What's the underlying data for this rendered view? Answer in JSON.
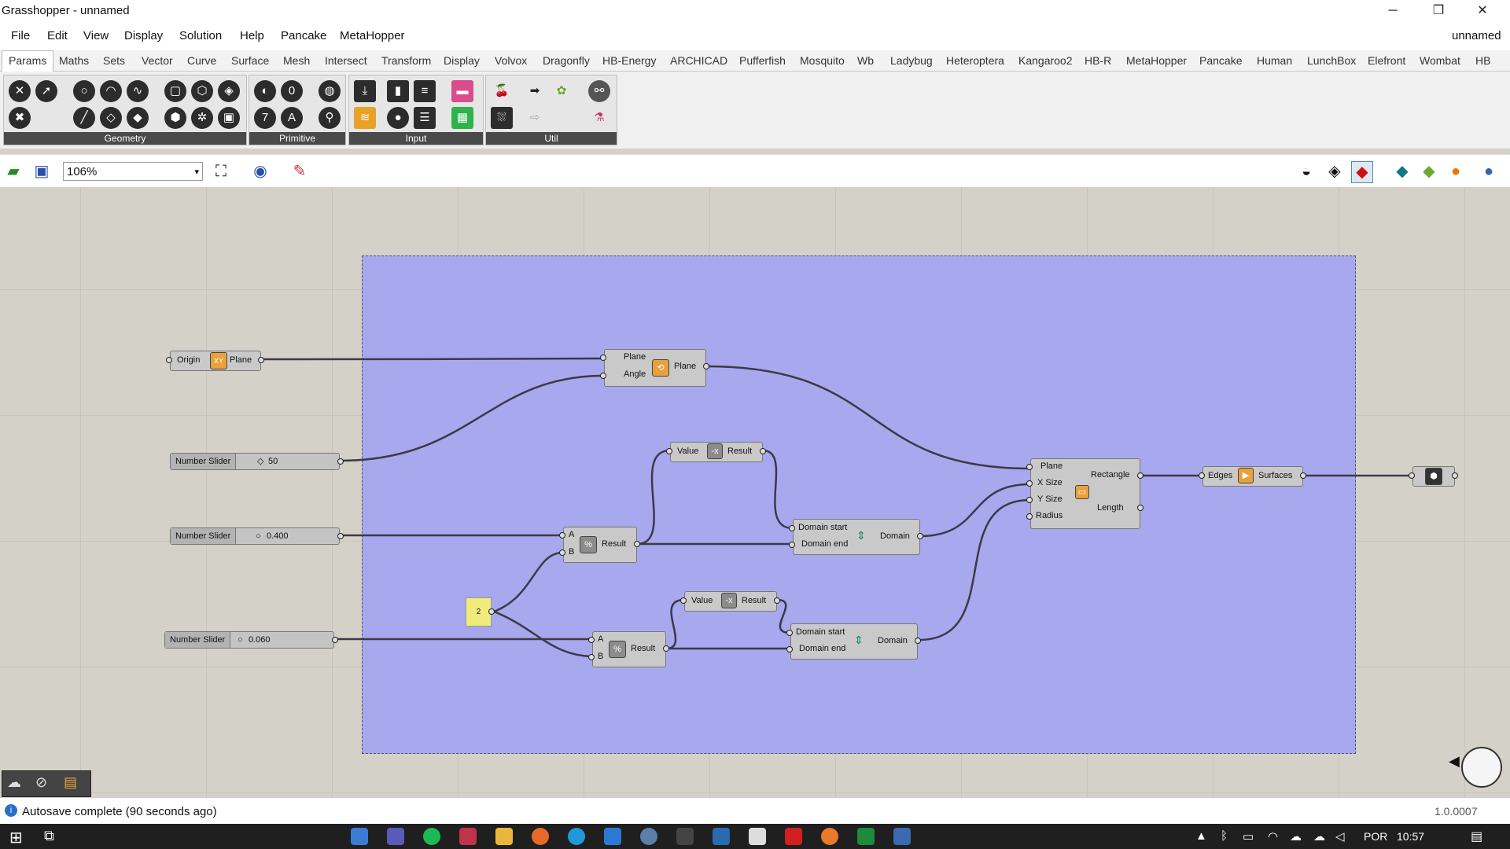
{
  "window": {
    "title": "Grasshopper - unnamed",
    "document_name": "unnamed",
    "min": "─",
    "max": "❐",
    "close": "✕"
  },
  "menu": [
    "File",
    "Edit",
    "View",
    "Display",
    "Solution",
    "Help",
    "Pancake",
    "MetaHopper"
  ],
  "tabs": [
    "Params",
    "Maths",
    "Sets",
    "Vector",
    "Curve",
    "Surface",
    "Mesh",
    "Intersect",
    "Transform",
    "Display",
    "Volvox",
    "Dragonfly",
    "HB-Energy",
    "ARCHICAD",
    "Pufferfish",
    "Mosquito",
    "Wb",
    "Ladybug",
    "Heteroptera",
    "Kangaroo2",
    "HB-R",
    "MetaHopper",
    "Pancake",
    "Human",
    "LunchBox",
    "Elefront",
    "Wombat",
    "HB"
  ],
  "active_tab": "Params",
  "ribbon_panels": [
    "Geometry",
    "Primitive",
    "Input",
    "Util"
  ],
  "toolbar": {
    "zoom": "106%"
  },
  "components": {
    "origin": {
      "in": "Origin",
      "out": "Plane",
      "icon": "XY"
    },
    "rotate": {
      "in1": "Plane",
      "in2": "Angle",
      "out": "Plane"
    },
    "slider1": {
      "name": "Number Slider",
      "value": "50"
    },
    "slider2": {
      "name": "Number Slider",
      "value": "0.400"
    },
    "slider3": {
      "name": "Number Slider",
      "value": "0.060"
    },
    "panel_value": "2",
    "div1": {
      "a": "A",
      "b": "B",
      "out": "Result"
    },
    "div2": {
      "a": "A",
      "b": "B",
      "out": "Result"
    },
    "neg1": {
      "in": "Value",
      "out": "Result"
    },
    "neg2": {
      "in": "Value",
      "out": "Result"
    },
    "dom1": {
      "in1": "Domain start",
      "in2": "Domain end",
      "out": "Domain"
    },
    "dom2": {
      "in1": "Domain start",
      "in2": "Domain end",
      "out": "Domain"
    },
    "rect": {
      "in1": "Plane",
      "in2": "X Size",
      "in3": "Y Size",
      "in4": "Radius",
      "out1": "Rectangle",
      "out2": "Length"
    },
    "bsrf": {
      "in": "Edges",
      "out": "Surfaces"
    }
  },
  "status": {
    "message": "Autosave complete (90 seconds ago)",
    "version": "1.0.0007"
  },
  "taskbar": {
    "lang": "POR",
    "time": "10:57"
  },
  "colors": {
    "group": "#a8a8ee",
    "canvas": "#d4d1c9",
    "panel": "#f0eb7a"
  }
}
